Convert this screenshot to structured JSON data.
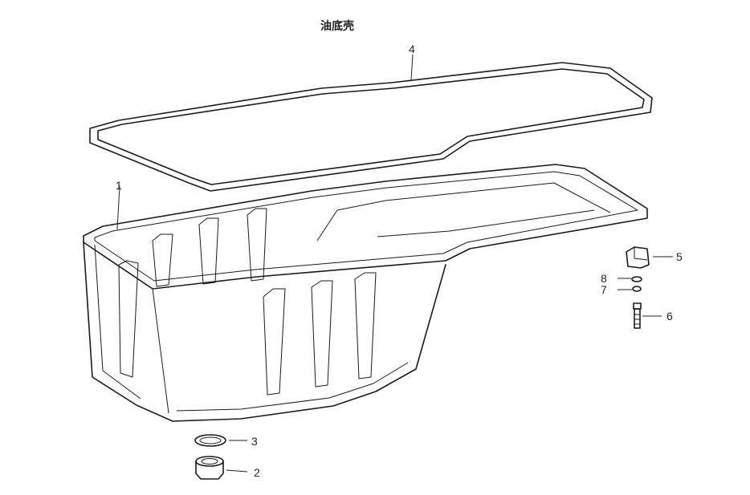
{
  "title": "油底壳",
  "callouts": {
    "c1": "1",
    "c2": "2",
    "c3": "3",
    "c4": "4",
    "c5": "5",
    "c6": "6",
    "c7": "7",
    "c8": "8"
  }
}
